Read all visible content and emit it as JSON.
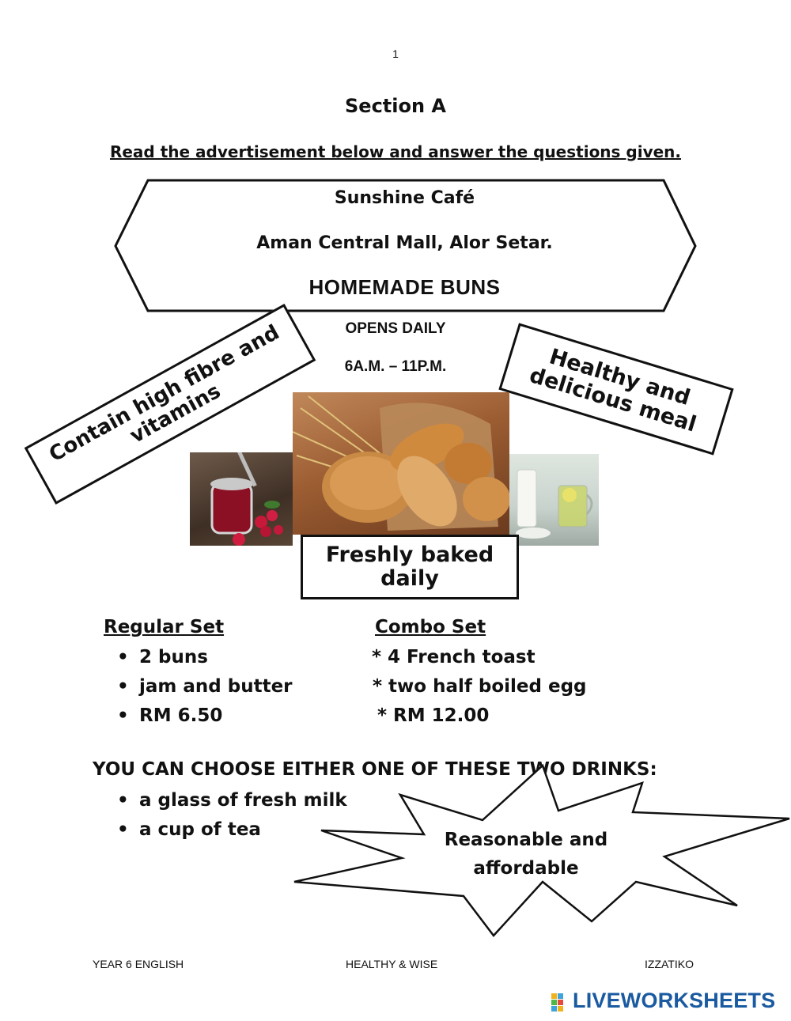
{
  "page_number": "1",
  "section_title": "Section A",
  "instruction": "Read the advertisement below and answer the questions given.",
  "ad": {
    "cafe_name": "Sunshine Café",
    "location": "Aman Central Mall,  Alor Setar.",
    "headline": "HOMEMADE BUNS",
    "opens": "OPENS DAILY",
    "hours": "6A.M. – 11P.M.",
    "tag_left": "Contain high fibre and vitamins",
    "tag_right": "Healthy and delicious meal",
    "tag_fresh": "Freshly baked daily"
  },
  "regular_set": {
    "title": "Regular Set",
    "items": [
      "2 buns",
      "jam  and butter",
      "RM 6.50"
    ]
  },
  "combo_set": {
    "title": "Combo Set",
    "items": [
      "* 4 French toast",
      "* two half boiled egg",
      "* RM 12.00"
    ]
  },
  "drinks": {
    "heading": "YOU CAN CHOOSE EITHER ONE OF THESE TWO DRINKS:",
    "items": [
      "a glass of fresh milk",
      "a cup of tea"
    ]
  },
  "starburst_text": "Reasonable and affordable",
  "footer": {
    "left": "YEAR 6 ENGLISH",
    "center": "HEALTHY & WISE",
    "right": "IZZATIKO"
  },
  "brand": "LIVEWORKSHEETS"
}
